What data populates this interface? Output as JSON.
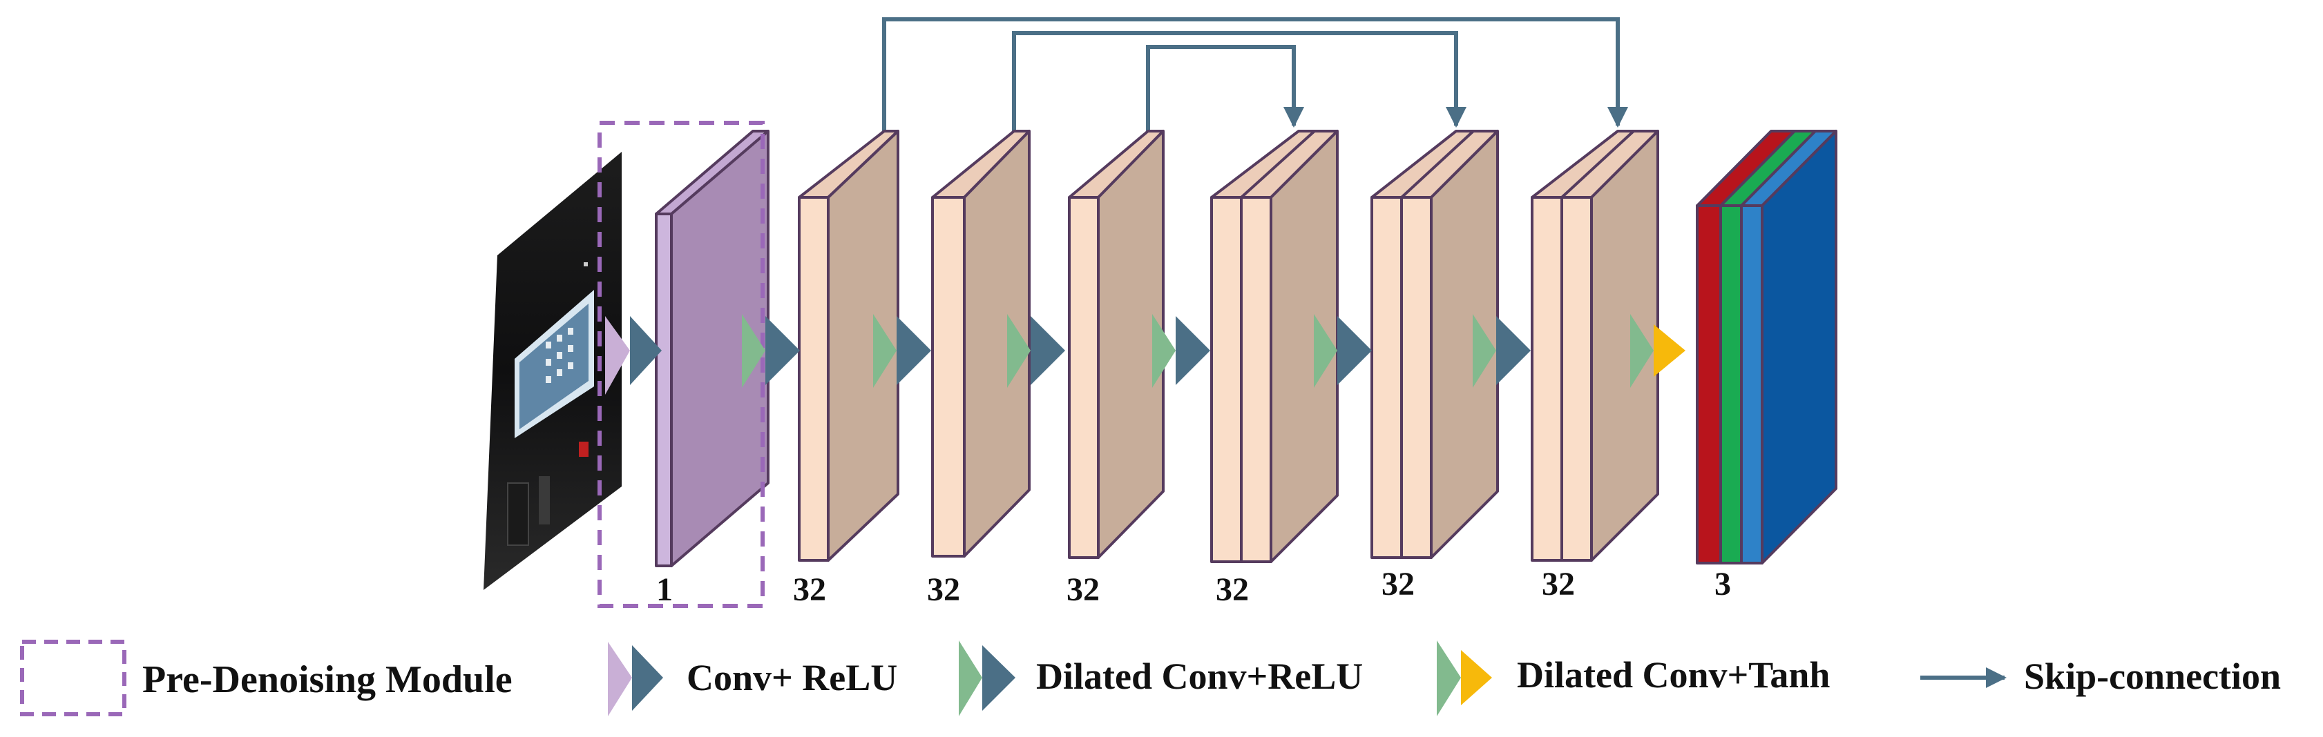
{
  "channel_labels": [
    "1",
    "32",
    "32",
    "32",
    "32",
    "32",
    "32",
    "3"
  ],
  "legend": {
    "pre_denoising": "Pre-Denoising Module",
    "conv_relu": "Conv+ ReLU",
    "dilated_conv_relu": "Dilated Conv+ReLU",
    "dilated_conv_tanh": "Dilated Conv+Tanh",
    "skip_connection": "Skip-connection"
  },
  "colors": {
    "arrow": "#4b6f86",
    "conv_relu_light": "#c9afd6",
    "dilated_green": "#82ba8e",
    "tanh_yellow": "#f7b90b",
    "pre_layer_front": "#cdb6dd",
    "pre_layer_side": "#a88bb4",
    "feature_front": "#fadec9",
    "feature_side": "#c7ad9a",
    "outline": "#553b5e",
    "dashed": "#9a68b8",
    "out_red": "#b8141c",
    "out_green": "#1aab52",
    "out_blue_light": "#2e82c8",
    "out_blue": "#0b57a0"
  }
}
